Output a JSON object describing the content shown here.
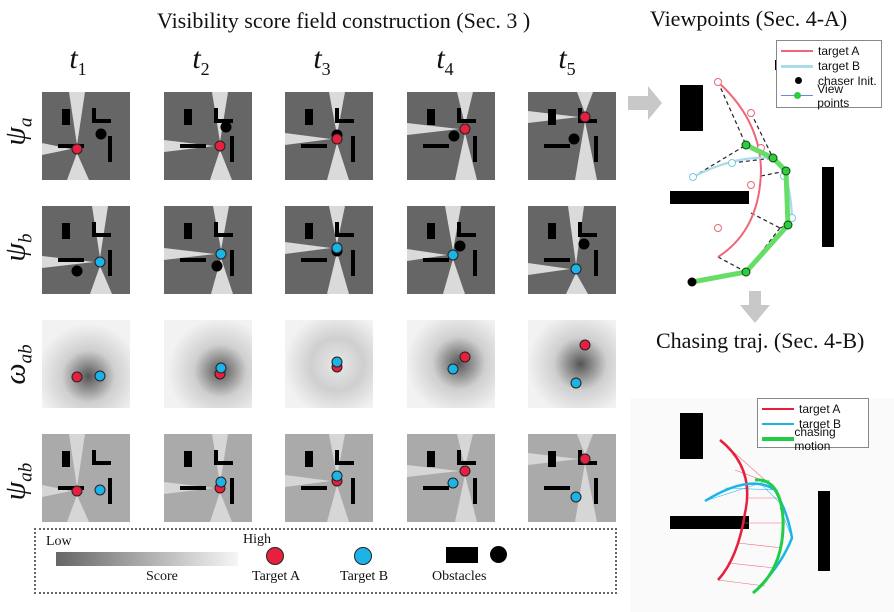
{
  "main_title": "Visibility score field construction (Sec.  3 )",
  "columns": [
    {
      "base": "t",
      "sub": "1"
    },
    {
      "base": "t",
      "sub": "2"
    },
    {
      "base": "t",
      "sub": "3"
    },
    {
      "base": "t",
      "sub": "4"
    },
    {
      "base": "t",
      "sub": "5"
    }
  ],
  "rows": [
    {
      "base": "ψ",
      "sub": "a",
      "kind": "psi_a"
    },
    {
      "base": "ψ",
      "sub": "b",
      "kind": "psi_b"
    },
    {
      "base": "ω",
      "sub": "ab",
      "kind": "omega"
    },
    {
      "base": "ψ",
      "sub": "ab",
      "kind": "psi_ab"
    }
  ],
  "legend": {
    "score_low": "Low",
    "score_high": "High",
    "score_label": "Score",
    "target_a": "Target A",
    "target_b": "Target B",
    "obstacles": "Obstacles"
  },
  "viewpoints": {
    "title": "Viewpoints (Sec.  4-A)",
    "legend": [
      "target A",
      "target B",
      "chaser Init.",
      "View points"
    ]
  },
  "chasing": {
    "title": "Chasing traj. (Sec.  4-B)",
    "legend": [
      "target A",
      "target B",
      "chasing motion"
    ]
  },
  "colors": {
    "target_a": "#e8203f",
    "target_b": "#1cb4e6",
    "chaser": "#000000",
    "viewpoint": "#2ecc40",
    "target_a_traj": "#ee6677",
    "target_b_traj": "#a8dcea",
    "chasing_motion": "#22cc44",
    "tile_dark": "#666666",
    "tile_light": "#f4f4f4"
  }
}
